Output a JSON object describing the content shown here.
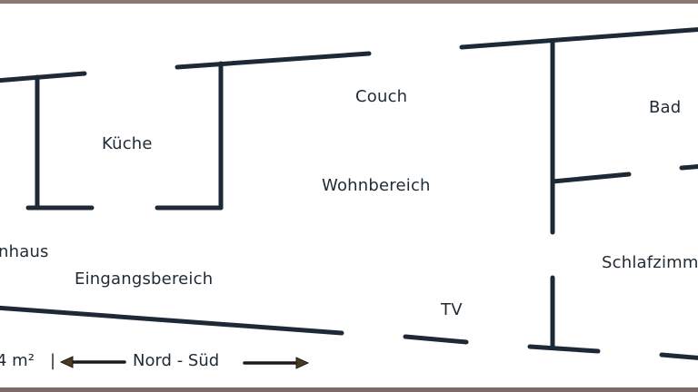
{
  "title": "Grundriss",
  "rooms": [
    {
      "id": "kueche",
      "label": "Küche"
    },
    {
      "id": "couch",
      "label": "Couch"
    },
    {
      "id": "wohnbereich",
      "label": "Wohnbereich"
    },
    {
      "id": "bad",
      "label": "Bad"
    },
    {
      "id": "nhaus",
      "label": "nhaus"
    },
    {
      "id": "eingangsbereich",
      "label": "Eingangsbereich"
    },
    {
      "id": "tv",
      "label": "TV"
    },
    {
      "id": "schlafzimmer",
      "label": "Schlafzimm"
    }
  ],
  "legend": {
    "area": "4 m²",
    "separator": "|",
    "direction": "Nord - Süd"
  },
  "colors": {
    "wall": "#1d2a36",
    "frame": "#8a7672",
    "text": "#1f2a33",
    "arrowhead": "#4a3a22"
  }
}
